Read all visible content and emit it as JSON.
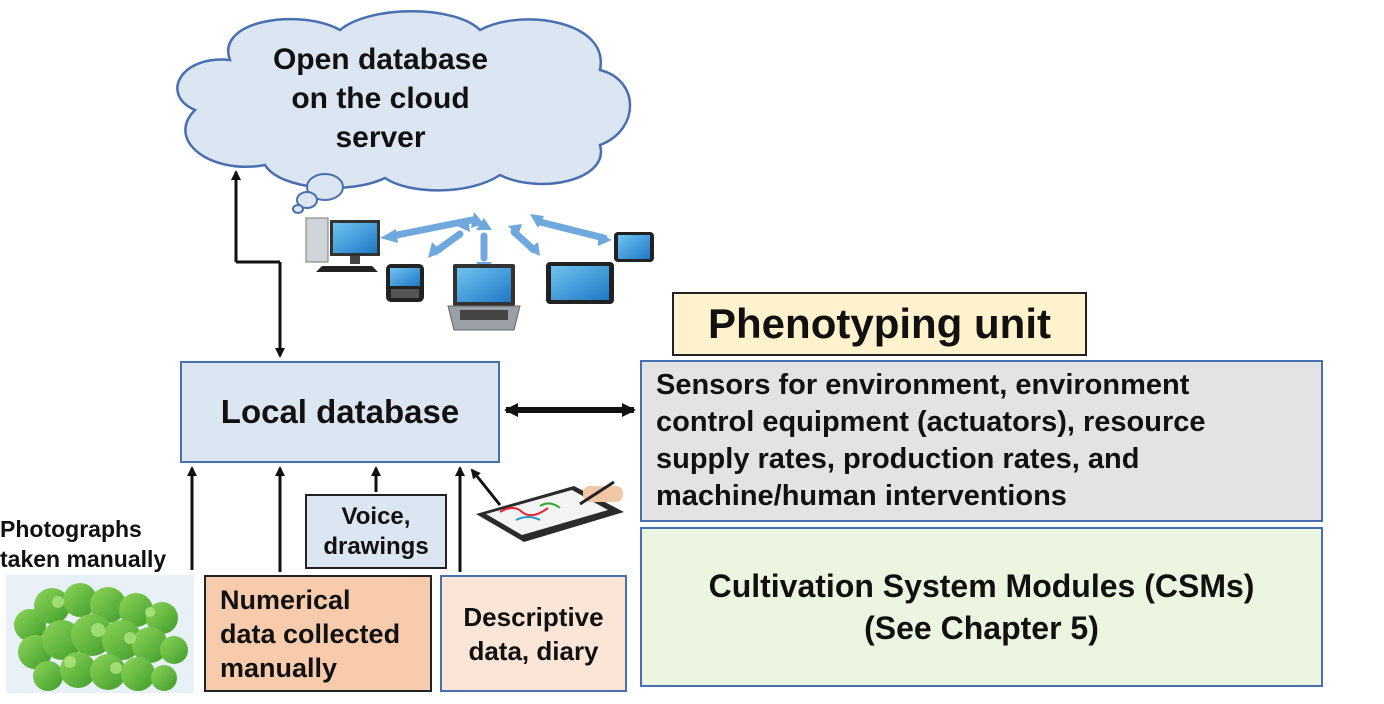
{
  "cloud": {
    "lines": [
      "Open database",
      "on the cloud",
      "server"
    ]
  },
  "local_database": {
    "label": "Local database"
  },
  "phenotyping_unit": {
    "title": "Phenotyping unit",
    "sensors_lines": [
      "Sensors for environment,  environment",
      "control equipment (actuators), resource",
      "supply rates, production rates, and",
      "machine/human interventions"
    ]
  },
  "csm": {
    "lines": [
      "Cultivation System Modules (CSMs)",
      "(See Chapter 5)"
    ]
  },
  "inputs": {
    "photographs_lines": [
      "Photographs",
      "taken manually"
    ],
    "voice_lines": [
      "Voice,",
      "drawings"
    ],
    "numerical_lines": [
      "Numerical",
      "data collected",
      "manually"
    ],
    "descriptive_lines": [
      "Descriptive",
      "data, diary"
    ]
  },
  "colors": {
    "local_db_fill": "#dce6f2",
    "cloud_fill": "#dce6f2",
    "phenotyping_title_fill": "#fff2cc",
    "sensors_fill": "#e3e3e3",
    "csm_fill": "#ebf5df",
    "numerical_fill": "#f8cbad",
    "descriptive_fill": "#fbe5d6",
    "border_blue": "#4a6fb0",
    "network_arrow": "#6fa8dc"
  },
  "icons": [
    "cloud-icon",
    "desktop-computer-icon",
    "smartphone-icon",
    "laptop-icon",
    "tablet-icon",
    "pen-tablet-icon",
    "lettuce-photo"
  ]
}
